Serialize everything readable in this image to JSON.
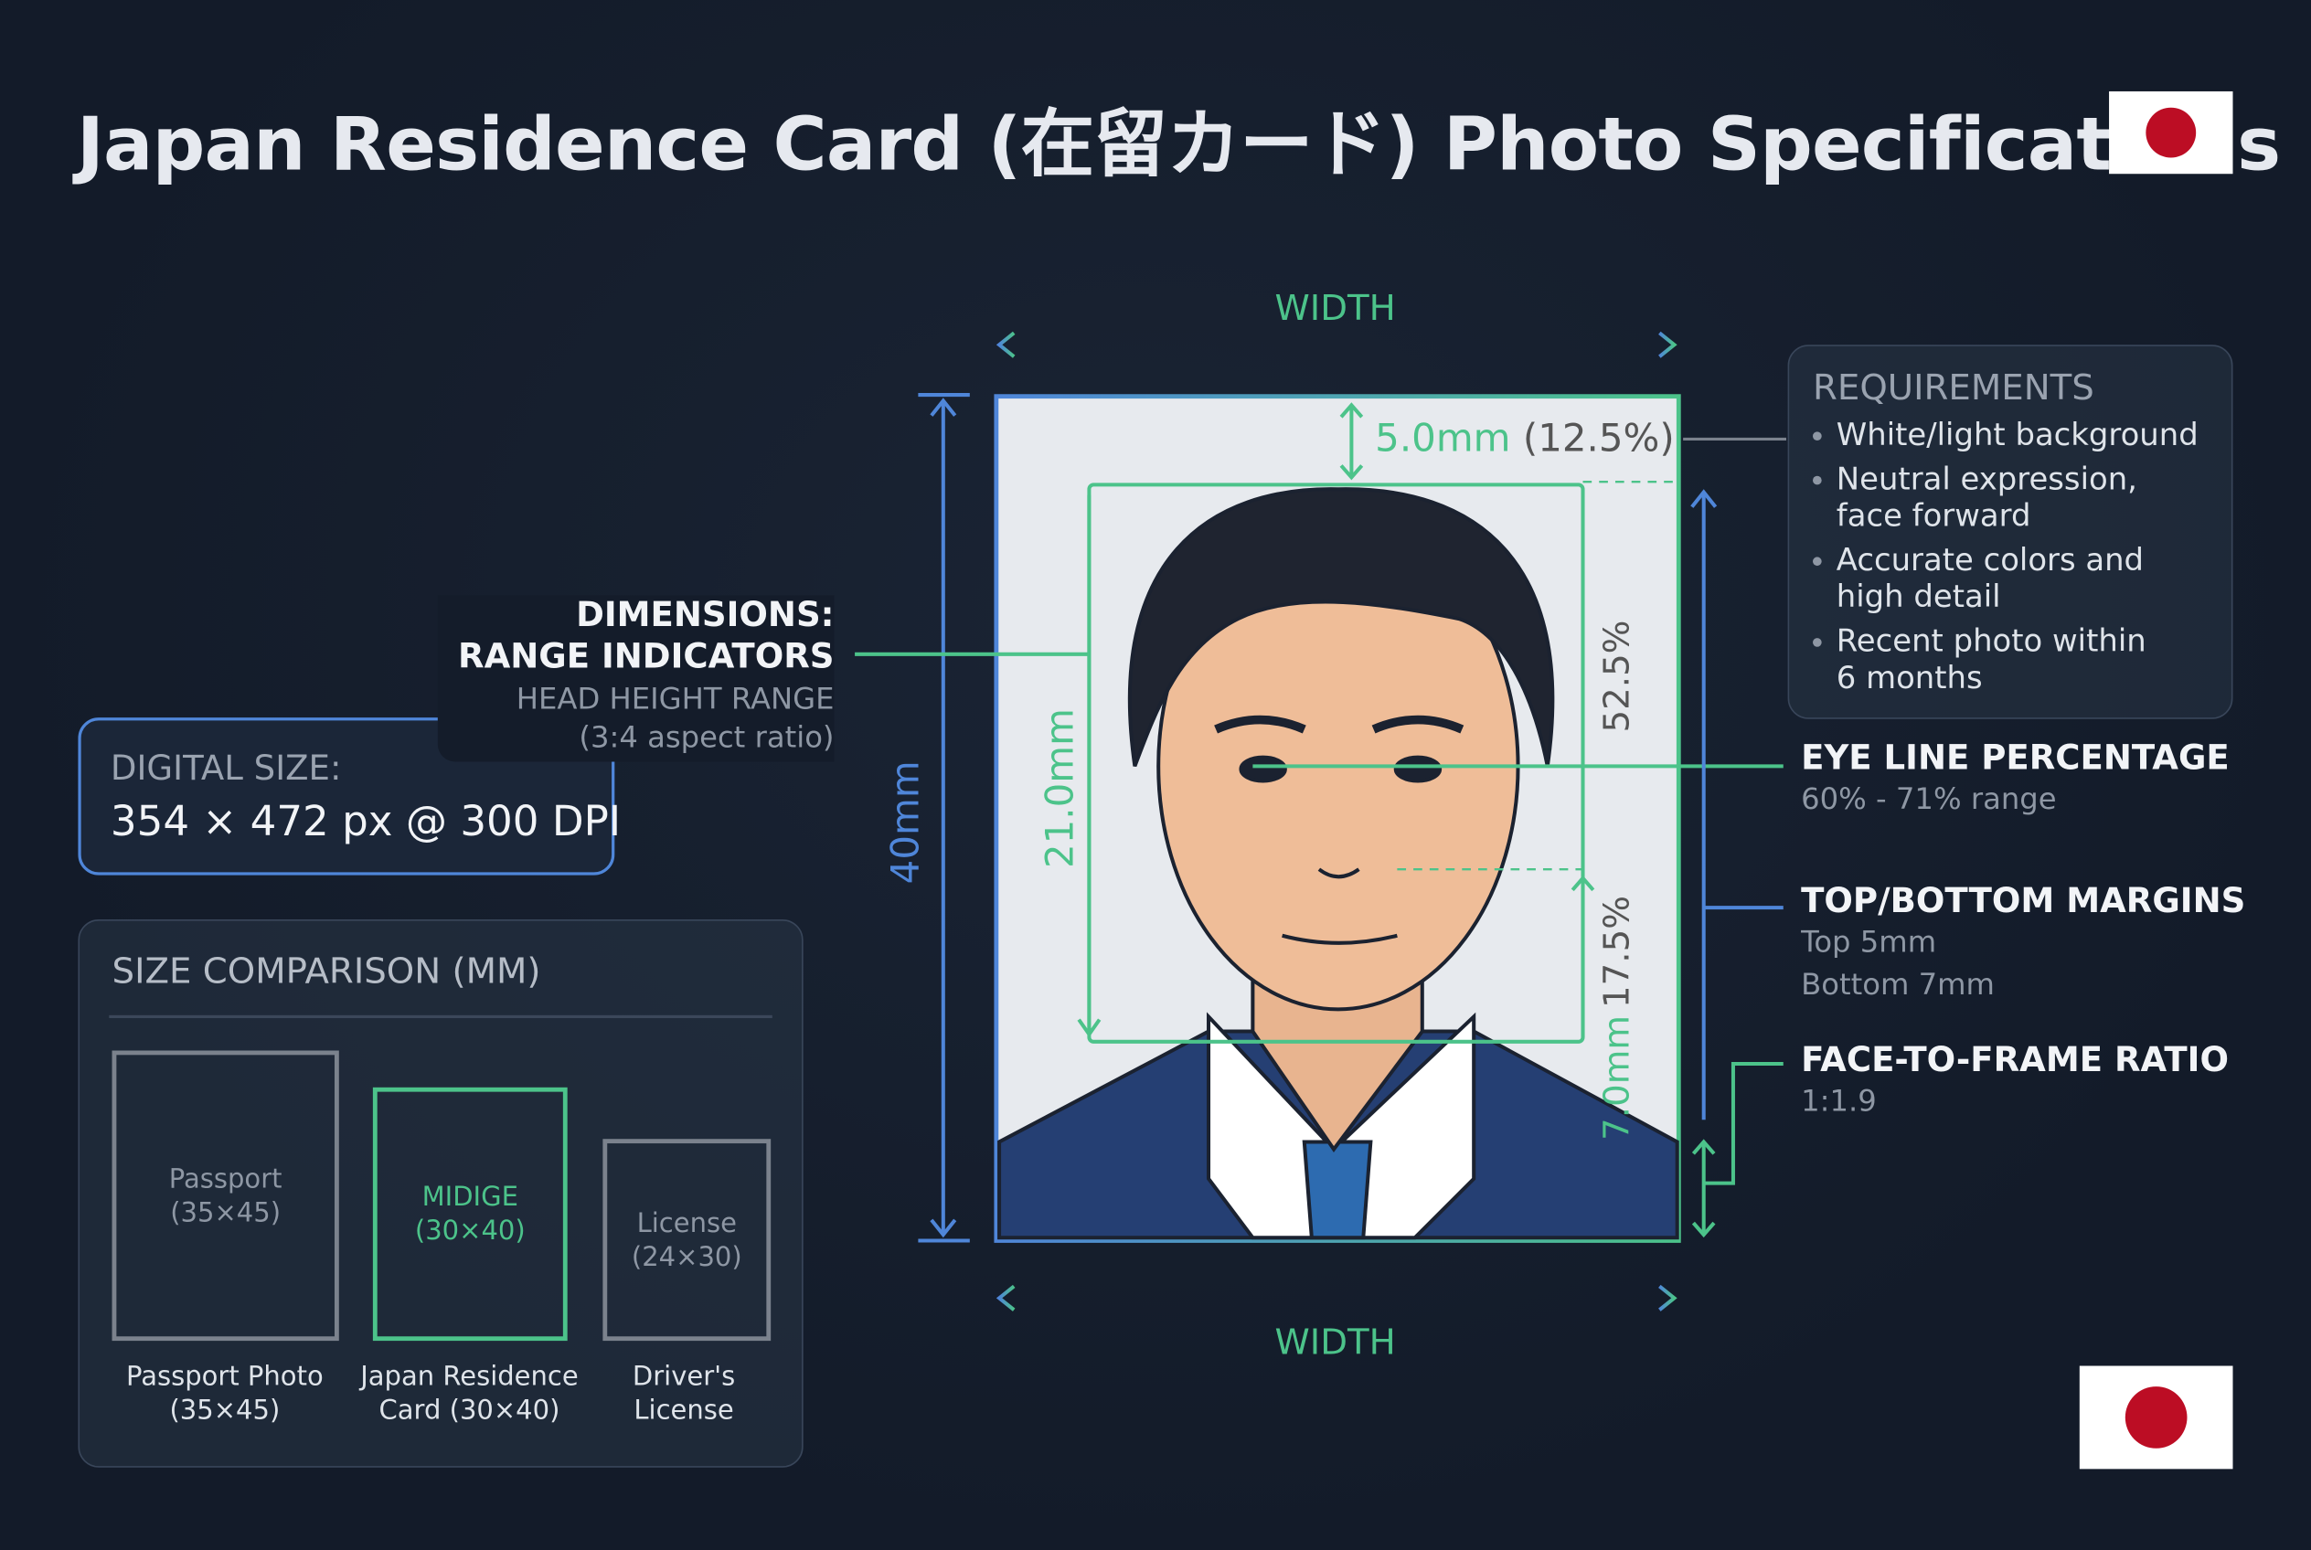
{
  "title": "Japan Residence Card (在留カード) Photo Specifications",
  "flag": {
    "name": "japan-flag",
    "colors": {
      "field": "#ffffff",
      "disc": "#bc0d24"
    }
  },
  "colors": {
    "background": "#131b29",
    "accent_blue": "#4f86d9",
    "accent_green": "#4cc38a"
  },
  "diagram": {
    "width_top": "WIDTH",
    "width_bottom": "WIDTH",
    "height": "40mm",
    "top_margin": "5.0mm",
    "top_margin_pct": "(12.5%)",
    "head_height": "21.0mm",
    "head_pct": "52.5%",
    "bottom_pct": "17.5%",
    "bottom_margin": "7.0mm"
  },
  "dimensions_callout": {
    "title1": "DIMENSIONS:",
    "title2": "RANGE INDICATORS",
    "sub1": "HEAD HEIGHT RANGE",
    "sub2": "(3:4 aspect ratio)"
  },
  "digital_size": {
    "label": "DIGITAL SIZE:",
    "value": "354 × 472 px @ 300 DPI"
  },
  "size_comparison": {
    "title": "SIZE COMPARISON (MM)",
    "items": [
      {
        "box1": "Passport",
        "box2": "(35×45)",
        "cap1": "Passport Photo",
        "cap2": "(35×45)"
      },
      {
        "box1": "MIDIGE",
        "box2": "(30×40)",
        "cap1": "Japan Residence",
        "cap2": "Card (30×40)"
      },
      {
        "box1": "License",
        "box2": "(24×30)",
        "cap1": "Driver's",
        "cap2": "License"
      }
    ]
  },
  "requirements": {
    "title": "REQUIREMENTS",
    "items": [
      {
        "l1": "White/light background",
        "l2": ""
      },
      {
        "l1": "Neutral expression,",
        "l2": "face forward"
      },
      {
        "l1": "Accurate colors and",
        "l2": "high detail"
      },
      {
        "l1": "Recent photo within",
        "l2": "6 months"
      }
    ]
  },
  "callouts": {
    "eye_line": {
      "title": "EYE LINE PERCENTAGE",
      "sub1": "60% - 71% range"
    },
    "margins": {
      "title": "TOP/BOTTOM MARGINS",
      "sub1": "Top 5mm",
      "sub2": "Bottom 7mm"
    },
    "ratio": {
      "title": "FACE-TO-FRAME RATIO",
      "sub1": "1:1.9"
    }
  }
}
